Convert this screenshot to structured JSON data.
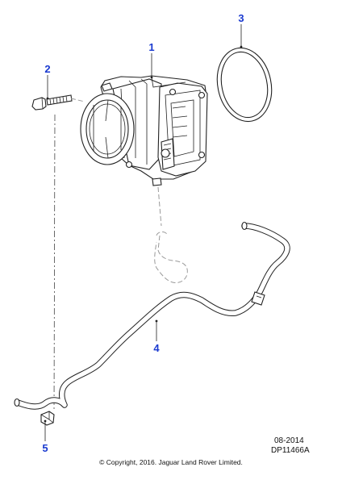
{
  "callouts": [
    {
      "id": "1",
      "label": "1"
    },
    {
      "id": "2",
      "label": "2"
    },
    {
      "id": "3",
      "label": "3"
    },
    {
      "id": "4",
      "label": "4"
    },
    {
      "id": "5",
      "label": "5"
    }
  ],
  "footer": {
    "date_code": "08-2014",
    "doc_code": "DP11466A",
    "copyright": "© Copyright, 2016. Jaguar Land Rover Limited."
  },
  "colors": {
    "callout": "#1a3ad0",
    "line": "#222222"
  }
}
